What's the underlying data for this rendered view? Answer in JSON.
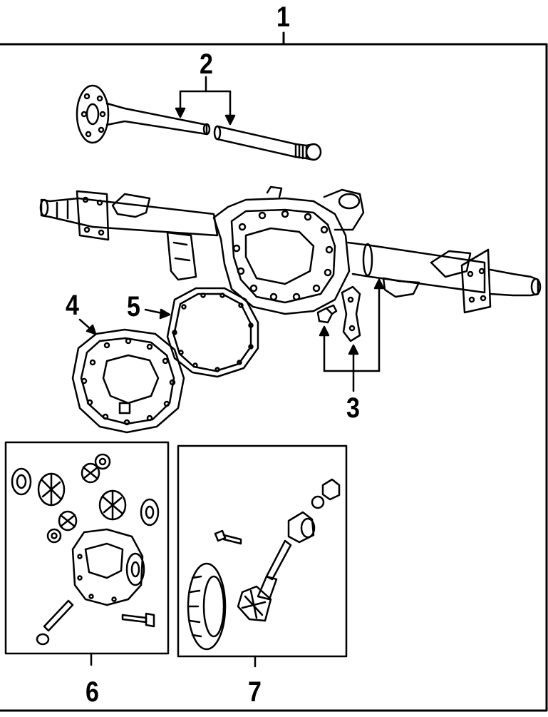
{
  "callouts": {
    "c1": "1",
    "c2": "2",
    "c3": "3",
    "c4": "4",
    "c5": "5",
    "c6": "6",
    "c7": "7"
  },
  "colors": {
    "ink": "#000000",
    "paper": "#ffffff"
  }
}
